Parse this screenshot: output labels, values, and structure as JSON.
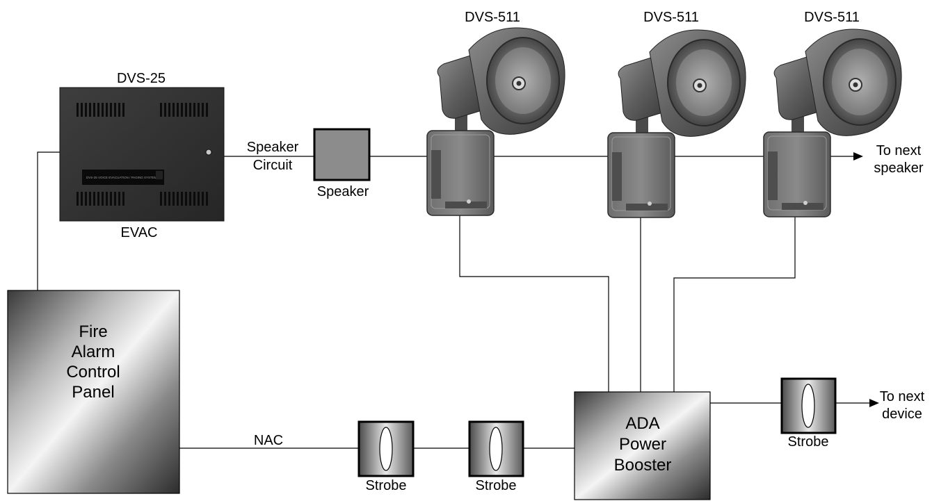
{
  "evac_unit": {
    "model": "DVS-25",
    "caption": "EVAC",
    "badge_text": "DVS-25  VOICE EVACUATION / PAGING SYSTEM"
  },
  "speaker_circuit": {
    "line1": "Speaker",
    "line2": "Circuit"
  },
  "speaker_box": {
    "label": "Speaker"
  },
  "speakers": [
    {
      "model": "DVS-511"
    },
    {
      "model": "DVS-511"
    },
    {
      "model": "DVS-511"
    }
  ],
  "to_next_speaker": {
    "line1": "To next",
    "line2": "speaker"
  },
  "facp": {
    "line1": "Fire",
    "line2": "Alarm",
    "line3": "Control",
    "line4": "Panel"
  },
  "nac": {
    "label": "NAC"
  },
  "booster": {
    "line1": "ADA",
    "line2": "Power",
    "line3": "Booster"
  },
  "strobes": [
    {
      "label": "Strobe"
    },
    {
      "label": "Strobe"
    },
    {
      "label": "Strobe"
    }
  ],
  "to_next_device": {
    "line1": "To next",
    "line2": "device"
  }
}
